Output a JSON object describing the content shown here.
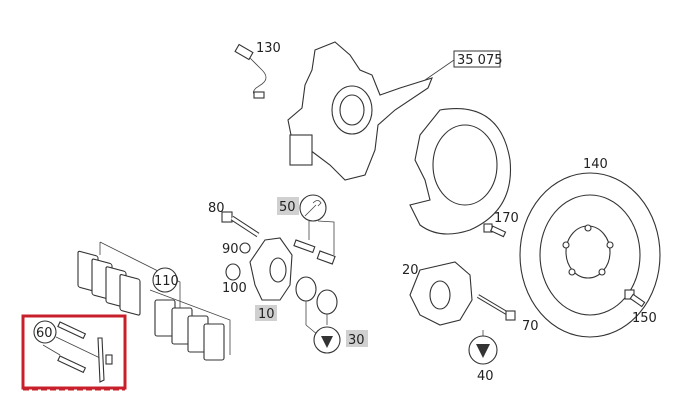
{
  "diagram": {
    "labels": {
      "p130": "130",
      "p35075": "35 075",
      "p140": "140",
      "p170": "170",
      "p80": "80",
      "p50": "50",
      "p90": "90",
      "p100": "100",
      "p110": "110",
      "p10": "10",
      "p30": "30",
      "p20": "20",
      "p70": "70",
      "p150": "150",
      "p60": "60",
      "p40": "40"
    },
    "highlight_color": "#d0d0d0",
    "selection_color": "#c8202a"
  }
}
